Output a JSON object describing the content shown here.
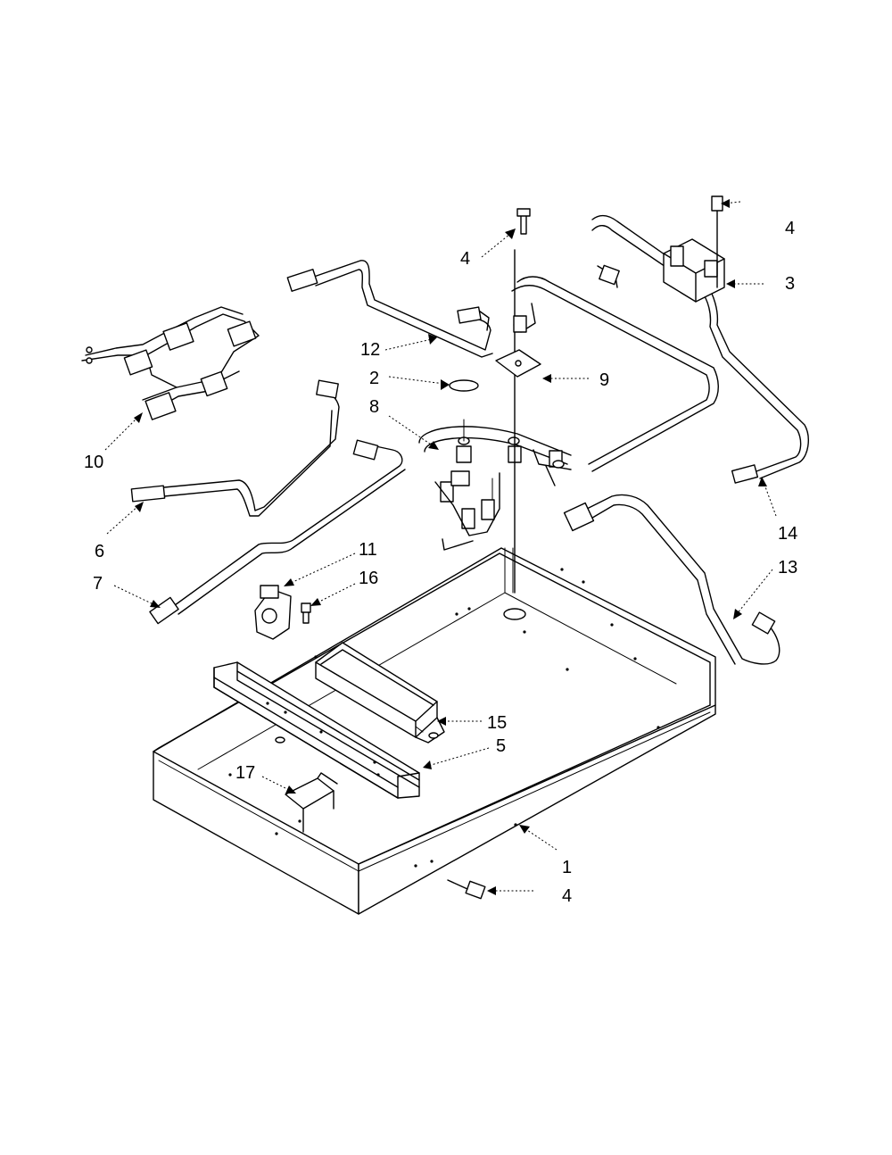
{
  "callouts": [
    {
      "id": "c4a",
      "text": "4"
    },
    {
      "id": "c4b",
      "text": "4"
    },
    {
      "id": "c3",
      "text": "3"
    },
    {
      "id": "c12",
      "text": "12"
    },
    {
      "id": "c2",
      "text": "2"
    },
    {
      "id": "c9",
      "text": "9"
    },
    {
      "id": "c8",
      "text": "8"
    },
    {
      "id": "c10",
      "text": "10"
    },
    {
      "id": "c6",
      "text": "6"
    },
    {
      "id": "c7",
      "text": "7"
    },
    {
      "id": "c11",
      "text": "11"
    },
    {
      "id": "c16",
      "text": "16"
    },
    {
      "id": "c14",
      "text": "14"
    },
    {
      "id": "c13",
      "text": "13"
    },
    {
      "id": "c15",
      "text": "15"
    },
    {
      "id": "c5",
      "text": "5"
    },
    {
      "id": "c17",
      "text": "17"
    },
    {
      "id": "c1",
      "text": "1"
    },
    {
      "id": "c4c",
      "text": "4"
    }
  ]
}
